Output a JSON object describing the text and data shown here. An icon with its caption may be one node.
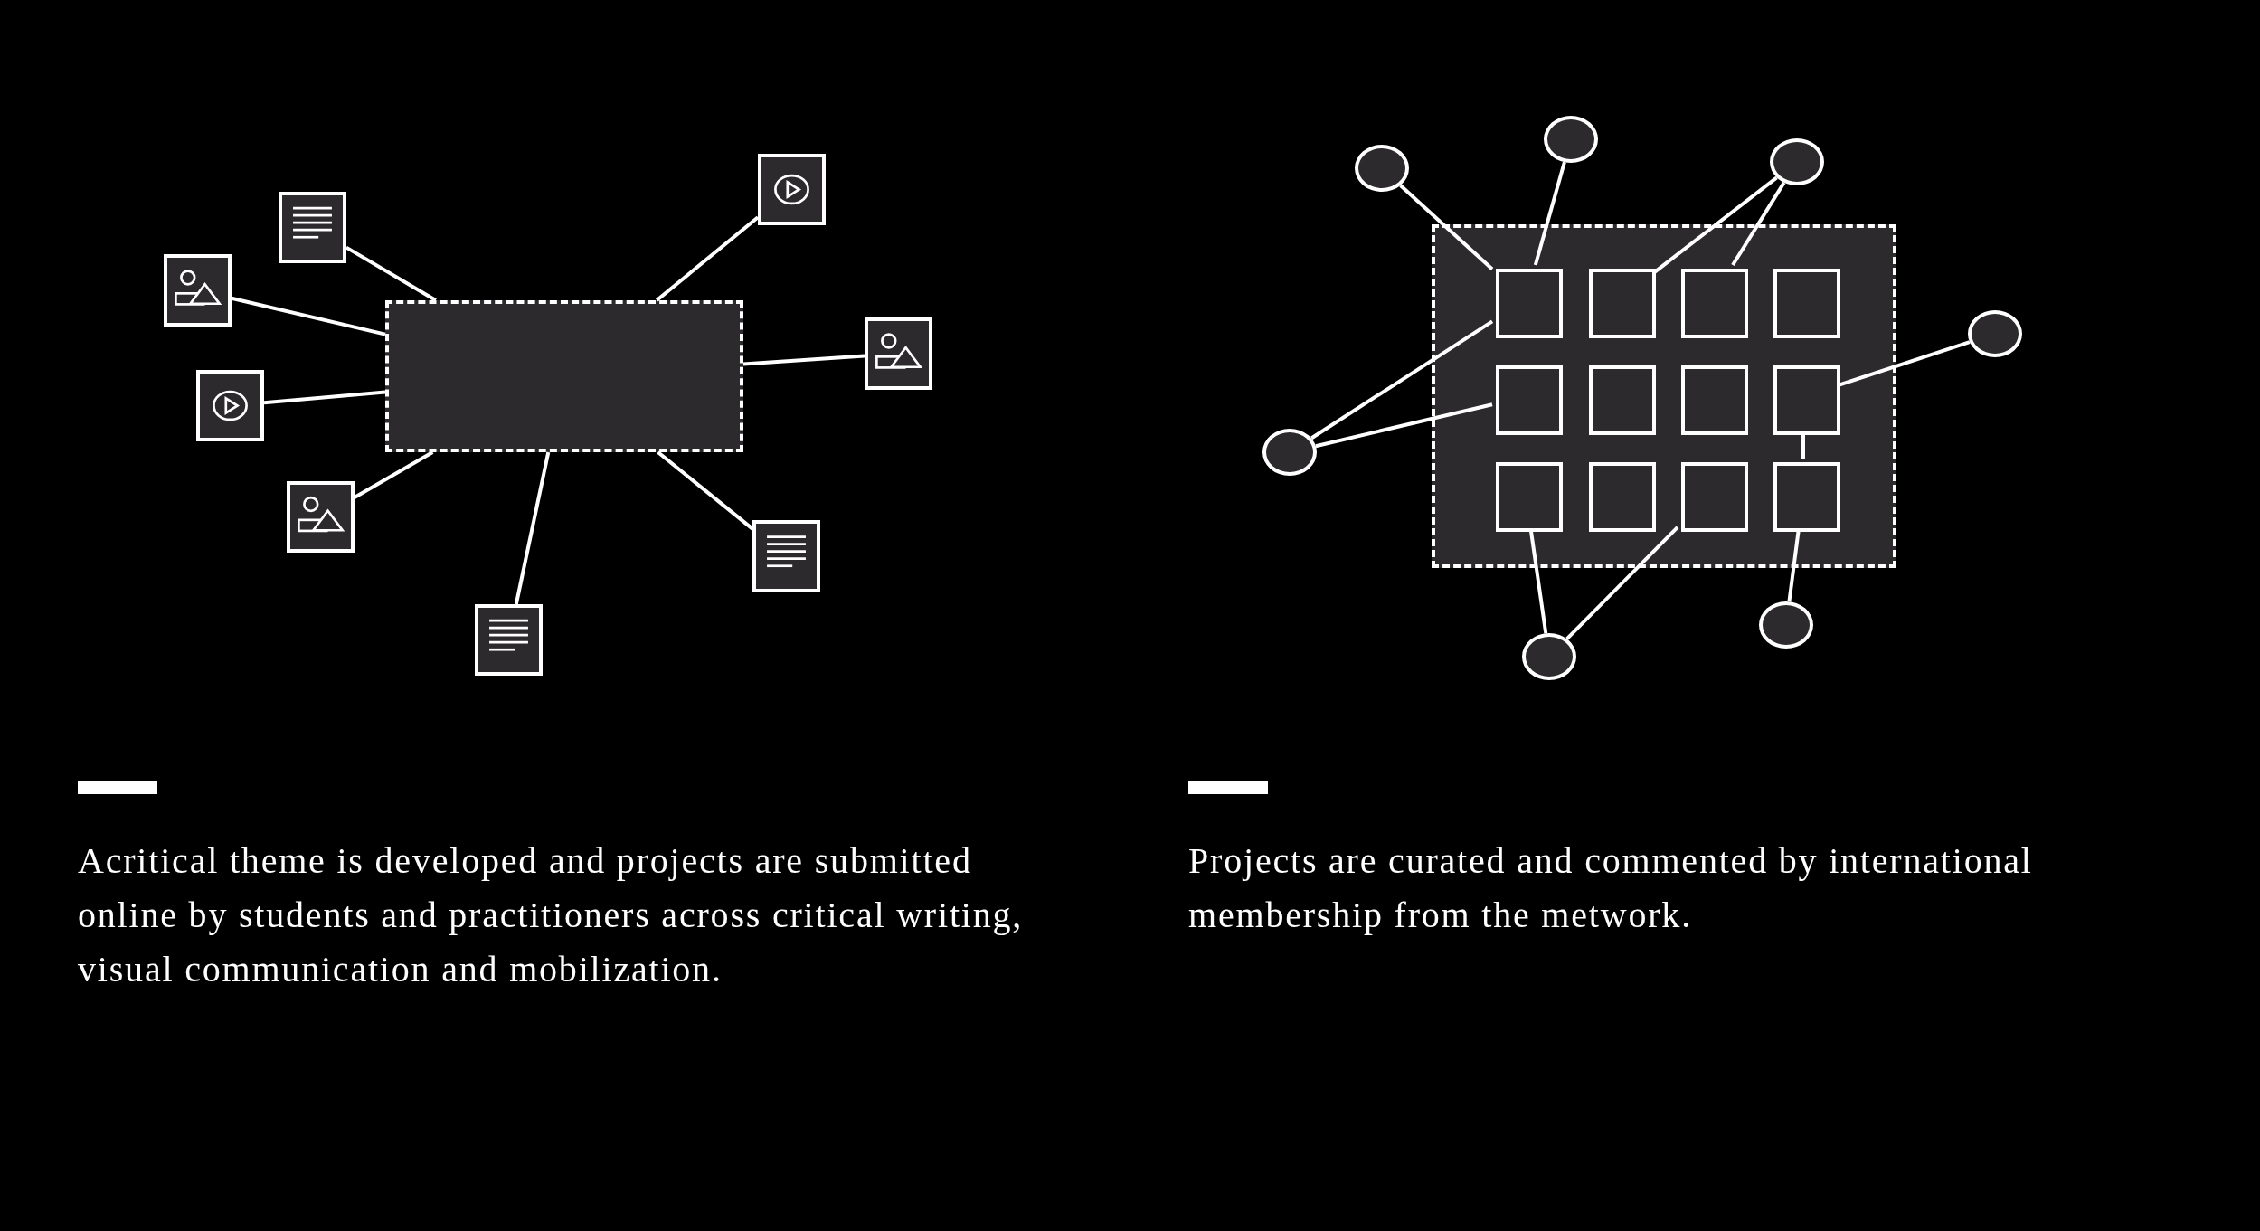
{
  "diagram": {
    "nodes": [
      {
        "text": [],
        "shape": "box"
      },
      {
        "text": [],
        "shape": "video"
      },
      {
        "text": [],
        "shape": "document"
      },
      {
        "text": [],
        "shape": "image"
      },
      {
        "text": [],
        "shape": "image"
      },
      {
        "text": [],
        "shape": "video"
      },
      {
        "text": [],
        "shape": "image"
      },
      {
        "text": [],
        "shape": "document"
      },
      {
        "text": [],
        "shape": "document"
      },
      {
        "text": [],
        "shape": "box"
      },
      {
        "text": [],
        "shape": "box",
        "in": 9
      },
      {
        "text": [],
        "shape": "box",
        "in": 9
      },
      {
        "text": [],
        "shape": "box",
        "in": 9
      },
      {
        "text": [],
        "shape": "box",
        "in": 9
      },
      {
        "text": [],
        "shape": "box",
        "in": 9
      },
      {
        "text": [],
        "shape": "box",
        "in": 9
      },
      {
        "text": [],
        "shape": "box",
        "in": 9
      },
      {
        "text": [],
        "shape": "box",
        "in": 9
      },
      {
        "text": [],
        "shape": "box",
        "in": 9
      },
      {
        "text": [],
        "shape": "box",
        "in": 9
      },
      {
        "text": [],
        "shape": "box",
        "in": 9
      },
      {
        "text": [],
        "shape": "box",
        "in": 9
      },
      {
        "text": [],
        "shape": "circle"
      },
      {
        "text": [],
        "shape": "circle"
      },
      {
        "text": [],
        "shape": "circle"
      },
      {
        "text": [],
        "shape": "circle"
      },
      {
        "text": [],
        "shape": "circle"
      },
      {
        "text": [],
        "shape": "circle"
      },
      {
        "text": [],
        "shape": "circle"
      },
      {
        "text": [],
        "shape": "bar"
      },
      {
        "text": [],
        "shape": "bar"
      }
    ],
    "edges": [
      {
        "from": 1,
        "to": 0,
        "arrow": "none"
      },
      {
        "from": 2,
        "to": 0,
        "arrow": "none"
      },
      {
        "from": 3,
        "to": 0,
        "arrow": "none"
      },
      {
        "from": 4,
        "to": 0,
        "arrow": "none"
      },
      {
        "from": 5,
        "to": 0,
        "arrow": "none"
      },
      {
        "from": 6,
        "to": 0,
        "arrow": "none"
      },
      {
        "from": 7,
        "to": 0,
        "arrow": "none"
      },
      {
        "from": 8,
        "to": 0,
        "arrow": "none"
      },
      {
        "from": 22,
        "to": 10,
        "arrow": "none"
      },
      {
        "from": 23,
        "to": 10,
        "arrow": "none"
      },
      {
        "from": 24,
        "to": 11,
        "arrow": "none"
      },
      {
        "from": 24,
        "to": 12,
        "arrow": "none"
      },
      {
        "from": 25,
        "to": 10,
        "arrow": "none"
      },
      {
        "from": 25,
        "to": 14,
        "arrow": "none"
      },
      {
        "from": 26,
        "to": 17,
        "arrow": "none"
      },
      {
        "from": 27,
        "to": 18,
        "arrow": "none"
      },
      {
        "from": 27,
        "to": 20,
        "arrow": "none"
      },
      {
        "from": 28,
        "to": 21,
        "arrow": "none"
      },
      {
        "from": 17,
        "to": 21,
        "arrow": "none"
      }
    ],
    "labels": [
      "Acritical theme is developed and projects are submitted online by students and practitioners across critical writing, visual communication and mobilization.",
      "Projects are curated and commented by international membership from the metwork."
    ]
  }
}
